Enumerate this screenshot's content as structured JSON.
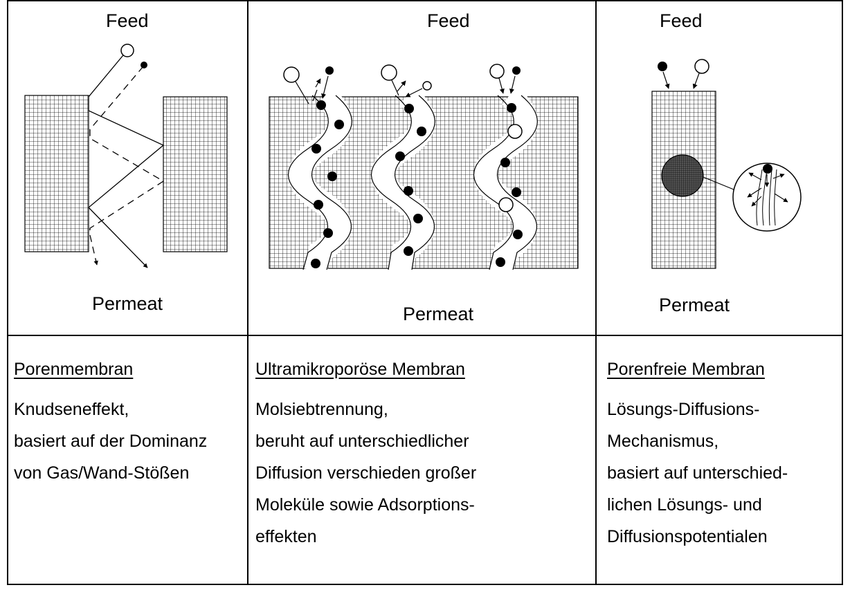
{
  "panels": [
    {
      "top_label": "Feed",
      "bottom_label": "Permeat",
      "heading": "Porenmembran",
      "lines": [
        "Knudseneffekt,",
        "basiert auf der Dominanz",
        "von Gas/Wand-Stößen"
      ]
    },
    {
      "top_label": "Feed",
      "bottom_label": "Permeat",
      "heading": "Ultramikroporöse  Membran",
      "lines": [
        "Molsiebtrennung,",
        "beruht auf unterschiedlicher",
        "Diffusion verschieden großer",
        "Moleküle sowie Adsorptions-",
        "effekten"
      ]
    },
    {
      "top_label": "Feed",
      "bottom_label": "Permeat",
      "heading": "Porenfreie Membran",
      "lines": [
        "Lösungs-Diffusions-",
        "Mechanismus,",
        "basiert auf unterschied-",
        "lichen Lösungs- und",
        "Diffusionspotentialen"
      ]
    }
  ],
  "colors": {
    "line": "#000000",
    "background": "#ffffff",
    "grid": "#000000",
    "dense_particle": "#333333"
  }
}
